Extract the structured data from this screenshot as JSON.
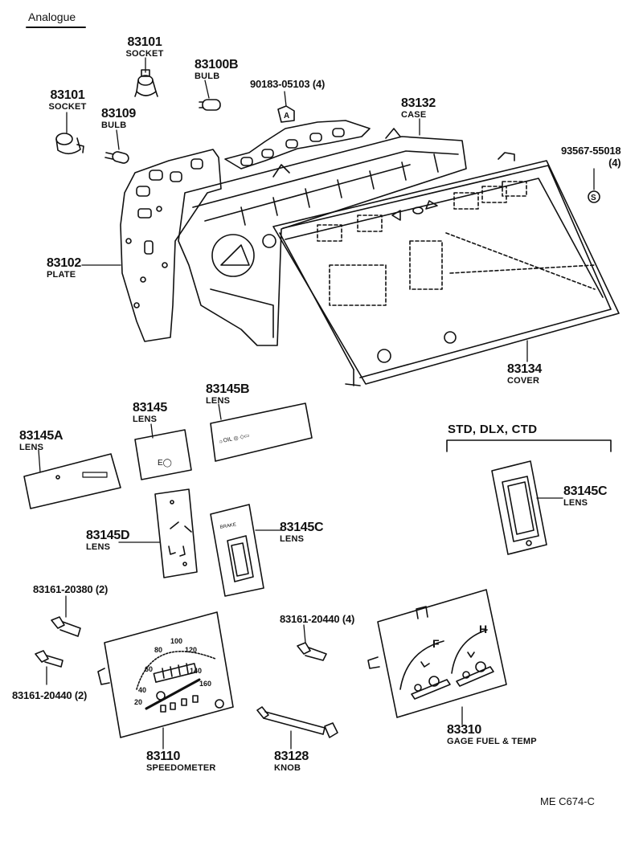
{
  "header": {
    "title": "Analogue"
  },
  "variant_note": "STD, DLX, CTD",
  "ref_code": "ME  C674-C",
  "gauge_letters": {
    "fuel": "F",
    "temp": "H"
  },
  "speedo_numbers": [
    "20",
    "40",
    "60",
    "80",
    "100",
    "120",
    "140",
    "160"
  ],
  "parts": {
    "socket_top": {
      "number": "83101",
      "name": "SOCKET"
    },
    "socket_left": {
      "number": "83101",
      "name": "SOCKET"
    },
    "bulb_top": {
      "number": "83100B",
      "name": "BULB"
    },
    "bulb_left": {
      "number": "83109",
      "name": "BULB"
    },
    "clip": {
      "number": "90183-05103 (4)"
    },
    "case": {
      "number": "83132",
      "name": "CASE"
    },
    "screw_s": {
      "number": "93567-55018",
      "qty": "(4)"
    },
    "plate": {
      "number": "83102",
      "name": "PLATE"
    },
    "cover": {
      "number": "83134",
      "name": "COVER"
    },
    "lens_b": {
      "number": "83145B",
      "name": "LENS"
    },
    "lens": {
      "number": "83145",
      "name": "LENS"
    },
    "lens_a": {
      "number": "83145A",
      "name": "LENS"
    },
    "lens_c_right": {
      "number": "83145C",
      "name": "LENS"
    },
    "lens_d": {
      "number": "83145D",
      "name": "LENS"
    },
    "lens_c_mid": {
      "number": "83145C",
      "name": "LENS"
    },
    "screw_top": {
      "number": "83161-20380 (2)"
    },
    "screw_bottom": {
      "number": "83161-20440 (2)"
    },
    "screw_mid": {
      "number": "83161-20440 (4)"
    },
    "speedometer": {
      "number": "83110",
      "name": "SPEEDOMETER"
    },
    "knob": {
      "number": "83128",
      "name": "KNOB"
    },
    "gauge": {
      "number": "83310",
      "name": "GAGE FUEL & TEMP"
    }
  }
}
